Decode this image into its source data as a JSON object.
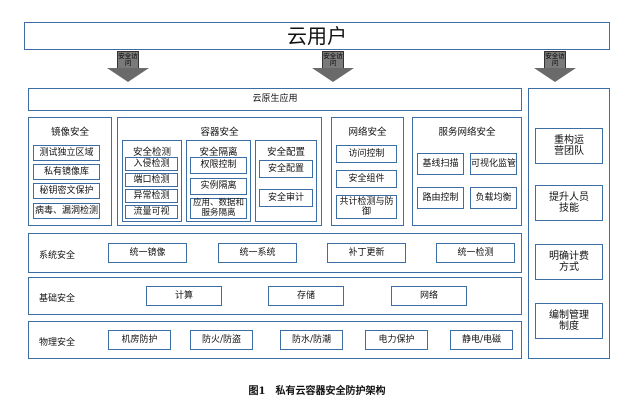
{
  "top": {
    "cloud_user": "云用户"
  },
  "arrows": [
    "安全访问",
    "安全访问",
    "安全访问"
  ],
  "native_app": "云原生应用",
  "image_security": {
    "title": "镜像安全",
    "items": [
      "测试独立区域",
      "私有镜像库",
      "秘钥密文保护",
      "病毒、漏洞检测"
    ]
  },
  "container_security": {
    "title": "容器安全",
    "detect": {
      "title": "安全检测",
      "items": [
        "入侵检测",
        "端口检测",
        "异常检测",
        "流量可视"
      ]
    },
    "isolate": {
      "title": "安全隔离",
      "items": [
        "权限控制",
        "实例隔离",
        "应用、数据和服务隔离"
      ]
    },
    "config": {
      "title": "安全配置",
      "items": [
        "安全配置",
        "安全审计"
      ]
    }
  },
  "network_security": {
    "title": "网络安全",
    "items": [
      "访问控制",
      "安全组件",
      "共计检测与防御"
    ]
  },
  "service_network": {
    "title": "服务网络安全",
    "items": [
      "基线扫描",
      "可视化监管",
      "路由控制",
      "负载均衡"
    ]
  },
  "system_security": {
    "label": "系统安全",
    "items": [
      "统一镜像",
      "统一系统",
      "补丁更新",
      "统一检测"
    ]
  },
  "base_security": {
    "label": "基础安全",
    "items": [
      "计算",
      "存储",
      "网络"
    ]
  },
  "physical_security": {
    "label": "物理安全",
    "items": [
      "机房防护",
      "防火/防盗",
      "防水/防潮",
      "电力保护",
      "静电/电磁"
    ]
  },
  "right_panel": {
    "items": [
      "重构运营团队",
      "提升人员技能",
      "明确计费方式",
      "编制管理制度"
    ]
  },
  "caption": "图1　私有云容器安全防护架构"
}
